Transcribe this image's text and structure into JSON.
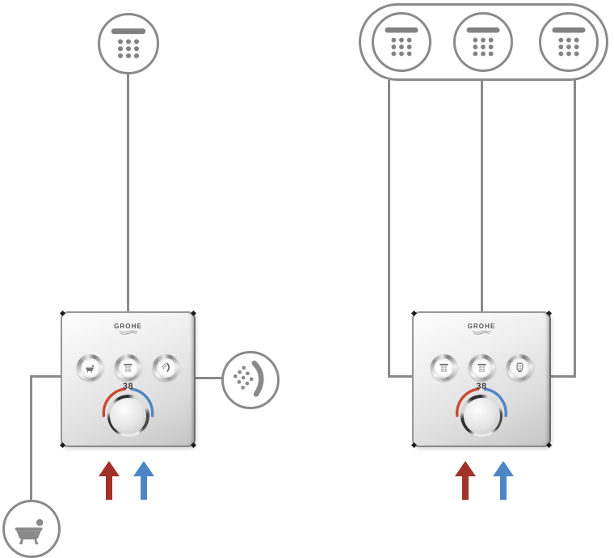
{
  "colors": {
    "connector_line": "#8a8a8a",
    "icon_gray": "#828282",
    "hot_arrow": "#a23128",
    "cold_arrow": "#4c86c6",
    "hot_arc": "#cc4a31",
    "cold_arc": "#4d87c7"
  },
  "left_group": {
    "top_outlet_icon": "overhead-shower",
    "right_outlet_icon": "hand-shower",
    "bottom_left_outlet_icon": "bathtub",
    "panel": {
      "brand": "GROHE",
      "temperature": "38",
      "buttons": [
        {
          "icon": "bathtub"
        },
        {
          "icon": "overhead-shower"
        },
        {
          "icon": "hand-shower"
        }
      ]
    }
  },
  "right_group": {
    "top_outlet_icons": [
      "overhead-shower",
      "overhead-shower",
      "overhead-shower"
    ],
    "panel": {
      "brand": "GROHE",
      "temperature": "38",
      "buttons": [
        {
          "icon": "overhead-shower"
        },
        {
          "icon": "overhead-shower"
        },
        {
          "icon": "side-shower"
        }
      ]
    }
  }
}
